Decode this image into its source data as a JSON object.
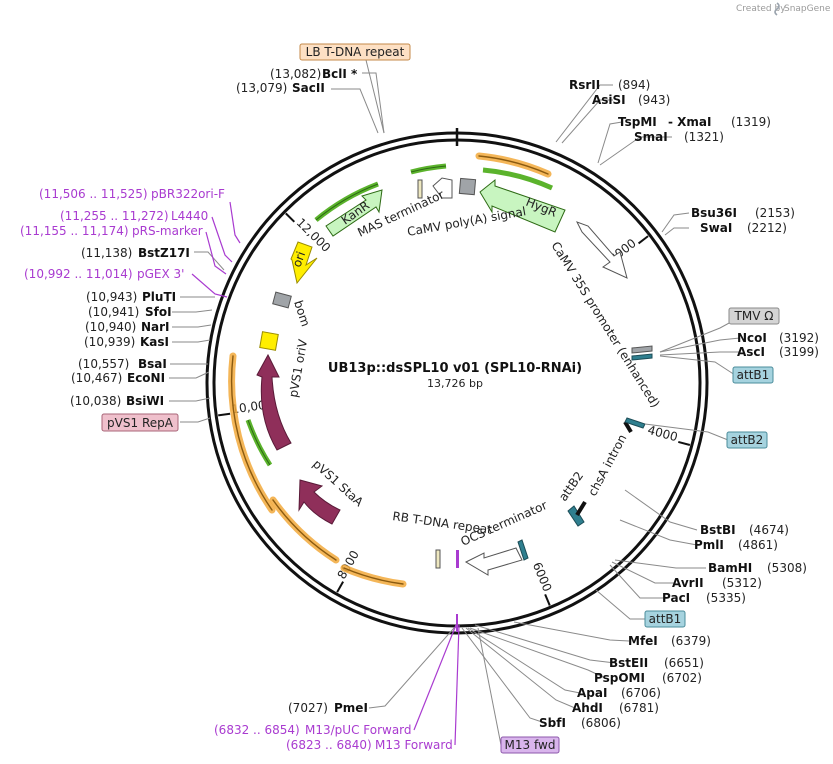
{
  "credit": {
    "prefix": "Created by",
    "brand": "SnapGene"
  },
  "plasmid": {
    "name": "UB13p::dsSPL10 v01 (SPL10-RNAi)",
    "size_label": "13,726 bp",
    "total_bp": 13726
  },
  "ticks": [
    {
      "label": "2000",
      "bp": 2000
    },
    {
      "label": "4000",
      "bp": 4000
    },
    {
      "label": "6000",
      "bp": 6000
    },
    {
      "label": "8000",
      "bp": 8000
    },
    {
      "label": "10,000",
      "bp": 10000
    },
    {
      "label": "12,000",
      "bp": 12000
    }
  ],
  "enzymes_left": [
    {
      "pos": "(13,082)",
      "name": "BclI *"
    },
    {
      "pos": "(13,079)",
      "name": "SacII"
    },
    {
      "pos": "(11,138)",
      "name": "BstZ17I"
    },
    {
      "pos": "(10,943)",
      "name": "PluTI"
    },
    {
      "pos": "(10,941)",
      "name": "SfoI"
    },
    {
      "pos": "(10,940)",
      "name": "NarI"
    },
    {
      "pos": "(10,939)",
      "name": "KasI"
    },
    {
      "pos": "(10,557)",
      "name": "BsaI"
    },
    {
      "pos": "(10,467)",
      "name": "EcoNI"
    },
    {
      "pos": "(10,038)",
      "name": "BsiWI"
    },
    {
      "pos": "(7027)",
      "name": "PmeI"
    }
  ],
  "enzymes_right": [
    {
      "name": "RsrII",
      "pos": "(894)"
    },
    {
      "name": "AsiSI",
      "pos": "(943)"
    },
    {
      "name": "TspMI",
      "pos": ""
    },
    {
      "name": "- XmaI",
      "pos": "(1319)"
    },
    {
      "name": "SmaI",
      "pos": "(1321)"
    },
    {
      "name": "Bsu36I",
      "pos": "(2153)"
    },
    {
      "name": "SwaI",
      "pos": "(2212)"
    },
    {
      "name": "NcoI",
      "pos": "(3192)"
    },
    {
      "name": "AscI",
      "pos": "(3199)"
    },
    {
      "name": "BstBI",
      "pos": "(4674)"
    },
    {
      "name": "PmlI",
      "pos": "(4861)"
    },
    {
      "name": "BamHI",
      "pos": "(5308)"
    },
    {
      "name": "AvrII",
      "pos": "(5312)"
    },
    {
      "name": "PacI",
      "pos": "(5335)"
    },
    {
      "name": "MfeI",
      "pos": "(6379)"
    },
    {
      "name": "BstEII",
      "pos": "(6651)"
    },
    {
      "name": "PspOMI",
      "pos": "(6702)"
    },
    {
      "name": "ApaI",
      "pos": "(6706)"
    },
    {
      "name": "AhdI",
      "pos": "(6781)"
    },
    {
      "name": "SbfI",
      "pos": "(6806)"
    }
  ],
  "primers": [
    {
      "range": "(11,506 .. 11,525)",
      "name": "pBR322ori-F"
    },
    {
      "range": "(11,255 .. 11,272)",
      "name": "L4440"
    },
    {
      "range": "(11,155 .. 11,174)",
      "name": "pRS-marker"
    },
    {
      "range": "(10,992 .. 11,014)",
      "name": "pGEX 3'"
    },
    {
      "range": "(6832 .. 6854)",
      "name": "M13/pUC Forward"
    },
    {
      "range": "(6823 .. 6840)",
      "name": "M13 Forward"
    }
  ],
  "boxed_labels": {
    "lb_tdna": "LB T-DNA repeat",
    "tmv": "TMV Ω",
    "attb1_top": "attB1",
    "attb2": "attB2",
    "attb1_bottom": "attB1",
    "pvs1_repa": "pVS1 RepA",
    "m13_fwd": "M13 fwd"
  },
  "features": {
    "mas_terminator": "MAS terminator",
    "camv_polya": "CaMV poly(A) signal",
    "hygr": "HygR",
    "kanr": "KanR",
    "camv_35s": "CaMV 35S promoter (enhanced)",
    "ori": "ori",
    "bom": "bom",
    "pvs1_oriv": "pVS1 oriV",
    "pvs1_staa": "pVS1 StaA",
    "rb_tdna": "RB T-DNA repeat",
    "ocs_terminator": "OCS terminator",
    "attb2_inner": "attB2",
    "chsa_intron": "chsA intron"
  },
  "colors": {
    "backbone": "#111111",
    "orange_arc": "#f2a93b",
    "green_arc": "#5bb32c",
    "hygr": "#c8f5c0",
    "kanr": "#c8f5c0",
    "ori": "#ffee00",
    "grey_feature": "#a0a4a8",
    "pvs1": "#8f2f5a",
    "attb": "#2f7f8f",
    "primer": "#a93bd0",
    "lb_box": "#fde0c4",
    "tmv_box": "#d4d4d4",
    "attb_box": "#a6d3df",
    "repa_box": "#efc0cc",
    "m13_box": "#d9b5ec"
  }
}
